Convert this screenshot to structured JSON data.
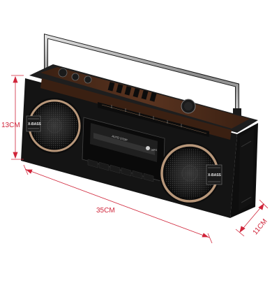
{
  "dimensions": {
    "height": "13CM",
    "length": "35CM",
    "depth": "11CM"
  },
  "radio_labels": {
    "brand_left": "X-BASS",
    "brand_right": "X-BASS",
    "cassette": "AUTO STOP",
    "logo": "XPS"
  },
  "colors": {
    "body": "#141414",
    "wood_panel": "#4a2a18",
    "speaker_ring": "#b8977a",
    "dimension_line": "#d0253a"
  },
  "icons": [
    "speaker-grille-icon",
    "handle-icon"
  ]
}
